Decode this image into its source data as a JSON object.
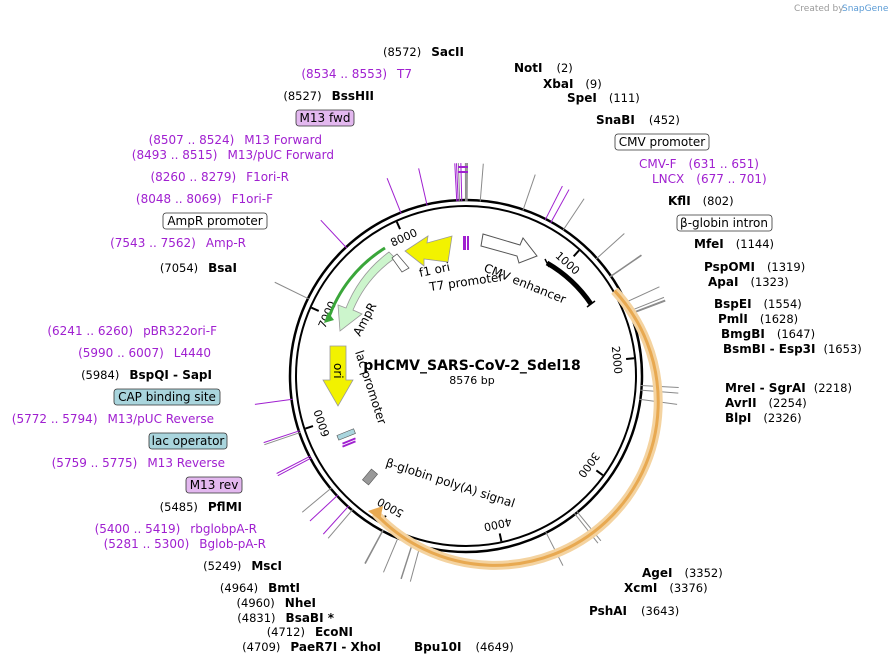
{
  "plasmid": {
    "name": "pHCMV_SARS-CoV-2_Sdel18",
    "length_label": "8576 bp",
    "total_bp": 8576
  },
  "branding": {
    "prefix": "Created by",
    "name": "SnapGene"
  },
  "ticks": [
    {
      "bp": 1000,
      "label": "1000"
    },
    {
      "bp": 2000,
      "label": "2000"
    },
    {
      "bp": 3000,
      "label": "3000"
    },
    {
      "bp": 4000,
      "label": "4000"
    },
    {
      "bp": 5000,
      "label": "5000"
    },
    {
      "bp": 6000,
      "label": "6000"
    },
    {
      "bp": 7000,
      "label": "7000"
    },
    {
      "bp": 8000,
      "label": "8000"
    }
  ],
  "enzymes_right": [
    {
      "name": "NotI",
      "pos": "(2)",
      "bp": 2
    },
    {
      "name": "XbaI",
      "pos": "(9)",
      "bp": 9
    },
    {
      "name": "SpeI",
      "pos": "(111)",
      "bp": 111
    },
    {
      "name": "SnaBI",
      "pos": "(452)",
      "bp": 452
    },
    {
      "name": "KflI",
      "pos": "(802)",
      "bp": 802
    },
    {
      "name": "MfeI",
      "pos": "(1144)",
      "bp": 1144
    },
    {
      "name": "PspOMI",
      "pos": "(1319)",
      "bp": 1319
    },
    {
      "name": "ApaI",
      "pos": "(1323)",
      "bp": 1323
    },
    {
      "name": "BspEI",
      "pos": "(1554)",
      "bp": 1554
    },
    {
      "name": "PmlI",
      "pos": "(1628)",
      "bp": 1628
    },
    {
      "name": "BmgBI",
      "pos": "(1647)",
      "bp": 1647
    },
    {
      "name": "BsmBI - Esp3I",
      "pos": "(1653)",
      "bp": 1653
    },
    {
      "name": "MreI - SgrAI",
      "pos": "(2218)",
      "bp": 2218
    },
    {
      "name": "AvrII",
      "pos": "(2254)",
      "bp": 2254
    },
    {
      "name": "BlpI",
      "pos": "(2326)",
      "bp": 2326
    },
    {
      "name": "AgeI",
      "pos": "(3352)",
      "bp": 3352
    },
    {
      "name": "XcmI",
      "pos": "(3376)",
      "bp": 3376
    },
    {
      "name": "PshAI",
      "pos": "(3643)",
      "bp": 3643
    },
    {
      "name": "Bpu10I",
      "pos": "(4649)",
      "bp": 4649
    }
  ],
  "enzymes_left": [
    {
      "name": "SacII",
      "pos": "(8572)",
      "bp": 8572
    },
    {
      "name": "BssHII",
      "pos": "(8527)",
      "bp": 8527
    },
    {
      "name": "BsaI",
      "pos": "(7054)",
      "bp": 7054
    },
    {
      "name": "BspQI - SapI",
      "pos": "(5984)",
      "bp": 5984
    },
    {
      "name": "PflMI",
      "pos": "(5485)",
      "bp": 5485
    },
    {
      "name": "MscI",
      "pos": "(5249)",
      "bp": 5249
    },
    {
      "name": "BmtI",
      "pos": "(4964)",
      "bp": 4964
    },
    {
      "name": "NheI",
      "pos": "(4960)",
      "bp": 4960
    },
    {
      "name": "BsaBI *",
      "pos": "(4831)",
      "bp": 4831
    },
    {
      "name": "EcoNI",
      "pos": "(4712)",
      "bp": 4712
    },
    {
      "name": "PaeR7I - XhoI",
      "pos": "(4709)",
      "bp": 4709
    }
  ],
  "primers": [
    {
      "name": "T7",
      "pos": "(8534 .. 8553)",
      "bp": 8543
    },
    {
      "name": "M13 Forward",
      "pos": "(8507 .. 8524)",
      "bp": 8515
    },
    {
      "name": "M13/pUC Forward",
      "pos": "(8493 .. 8515)",
      "bp": 8504
    },
    {
      "name": "F1ori-R",
      "pos": "(8260 .. 8279)",
      "bp": 8270
    },
    {
      "name": "F1ori-F",
      "pos": "(8048 .. 8069)",
      "bp": 8058
    },
    {
      "name": "Amp-R",
      "pos": "(7543 .. 7562)",
      "bp": 7552
    },
    {
      "name": "pBR322ori-F",
      "pos": "(6241 .. 6260)",
      "bp": 6250
    },
    {
      "name": "L4440",
      "pos": "(5990 .. 6007)",
      "bp": 5998
    },
    {
      "name": "M13/pUC Reverse",
      "pos": "(5772 .. 5794)",
      "bp": 5783
    },
    {
      "name": "M13 Reverse",
      "pos": "(5759 .. 5775)",
      "bp": 5767
    },
    {
      "name": "rbglobpA-R",
      "pos": "(5400 .. 5419)",
      "bp": 5410
    },
    {
      "name": "Bglob-pA-R",
      "pos": "(5281 .. 5300)",
      "bp": 5290
    },
    {
      "name": "CMV-F",
      "pos": "(631 .. 651)",
      "bp": 641
    },
    {
      "name": "LNCX",
      "pos": "(677 .. 701)",
      "bp": 689
    }
  ],
  "boxed_labels": [
    {
      "name": "M13 fwd",
      "color": "#e3b8ef"
    },
    {
      "name": "AmpR promoter",
      "color": "#ffffff"
    },
    {
      "name": "CAP binding site",
      "color": "#a9d5dd"
    },
    {
      "name": "lac operator",
      "color": "#a9d5dd"
    },
    {
      "name": "M13 rev",
      "color": "#e3b8ef"
    },
    {
      "name": "CMV promoter",
      "color": "#ffffff"
    },
    {
      "name": "β-globin intron",
      "color": "#ffffff"
    }
  ],
  "features": [
    {
      "name": "f1 ori",
      "color": "#f2f200"
    },
    {
      "name": "T7 promoter",
      "color": "#ffffff"
    },
    {
      "name": "CMV enhancer",
      "color": "#ffffff"
    },
    {
      "name": "AmpR",
      "color": "#ccf5cc"
    },
    {
      "name": "ori",
      "color": "#f2f200"
    },
    {
      "name": "lac promoter",
      "color": "#ffffff"
    },
    {
      "name": "β-globin poly(A) signal",
      "color": "#999999"
    }
  ],
  "colors": {
    "primer": "#a020d0",
    "spike_orf": "#e8a951",
    "backbone": "#000000"
  }
}
